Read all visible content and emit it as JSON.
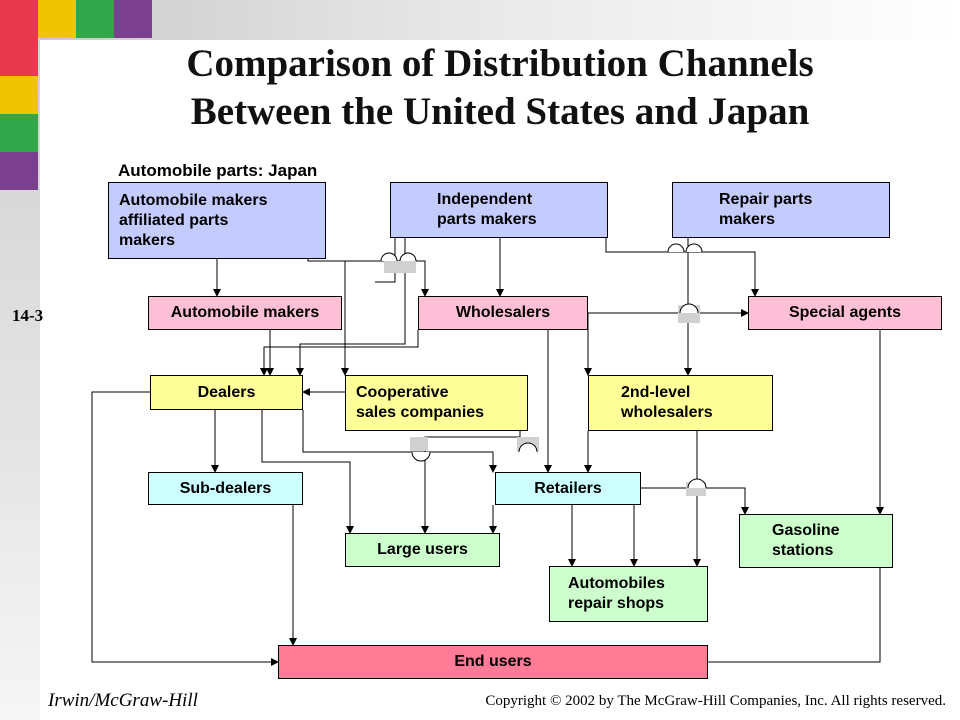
{
  "slide": {
    "title_line1": "Comparison of Distribution Channels",
    "title_line2": "Between the United States and Japan",
    "subtitle": "Automobile parts: Japan",
    "slide_number": "14-3",
    "publisher": "Irwin/McGraw-Hill",
    "copyright": "Copyright © 2002 by The McGraw-Hill Companies, Inc. All rights reserved."
  },
  "colors": {
    "makers": "#c4cbff",
    "intermediaries": "#ffbfd7",
    "second_level": "#ffff99",
    "sub_outlets": "#ccffff",
    "outlets": "#ccffcc",
    "end": "#ff7b96"
  },
  "nodes": {
    "affiliated_makers": "Automobile makers\naffiliated parts\nmakers",
    "independent_makers": "Independent\nparts makers",
    "repair_parts_makers": "Repair parts\nmakers",
    "automobile_makers": "Automobile makers",
    "wholesalers": "Wholesalers",
    "special_agents": "Special agents",
    "dealers": "Dealers",
    "cooperative": "Cooperative\nsales companies",
    "second_level_wholesalers": "2nd-level\nwholesalers",
    "sub_dealers": "Sub-dealers",
    "retailers": "Retailers",
    "gasoline_stations": "Gasoline\nstations",
    "large_users": "Large users",
    "repair_shops": "Automobiles\nrepair shops",
    "end_users": "End users"
  }
}
